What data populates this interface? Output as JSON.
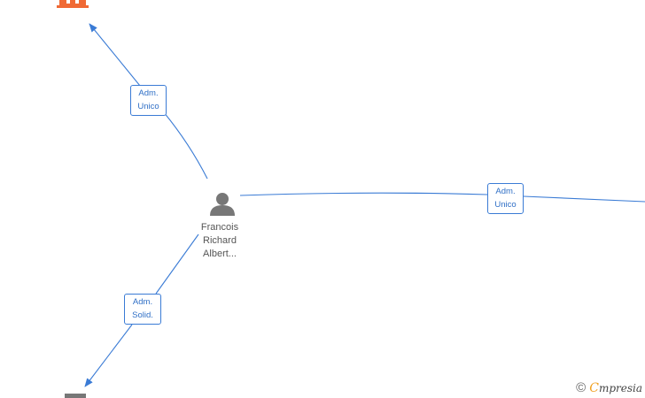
{
  "nodes": {
    "person": {
      "name_lines": [
        "Francois",
        "Richard",
        "Albert..."
      ],
      "icon": "person-icon",
      "color": "#777777"
    },
    "company_top": {
      "icon": "building-icon",
      "color": "#f06a35"
    },
    "company_bottom": {
      "icon": "building-icon",
      "color": "#777777"
    }
  },
  "edges": [
    {
      "id": "top",
      "role_lines": [
        "Adm.",
        "Unico"
      ]
    },
    {
      "id": "right",
      "role_lines": [
        "Adm.",
        "Unico"
      ]
    },
    {
      "id": "bottom",
      "role_lines": [
        "Adm.",
        "Solid."
      ]
    }
  ],
  "colors": {
    "edge": "#3a7bd5",
    "accent": "#f0a020"
  },
  "footer": {
    "copyright_symbol": "©",
    "brand_first": "C",
    "brand_rest": "mpresia"
  }
}
